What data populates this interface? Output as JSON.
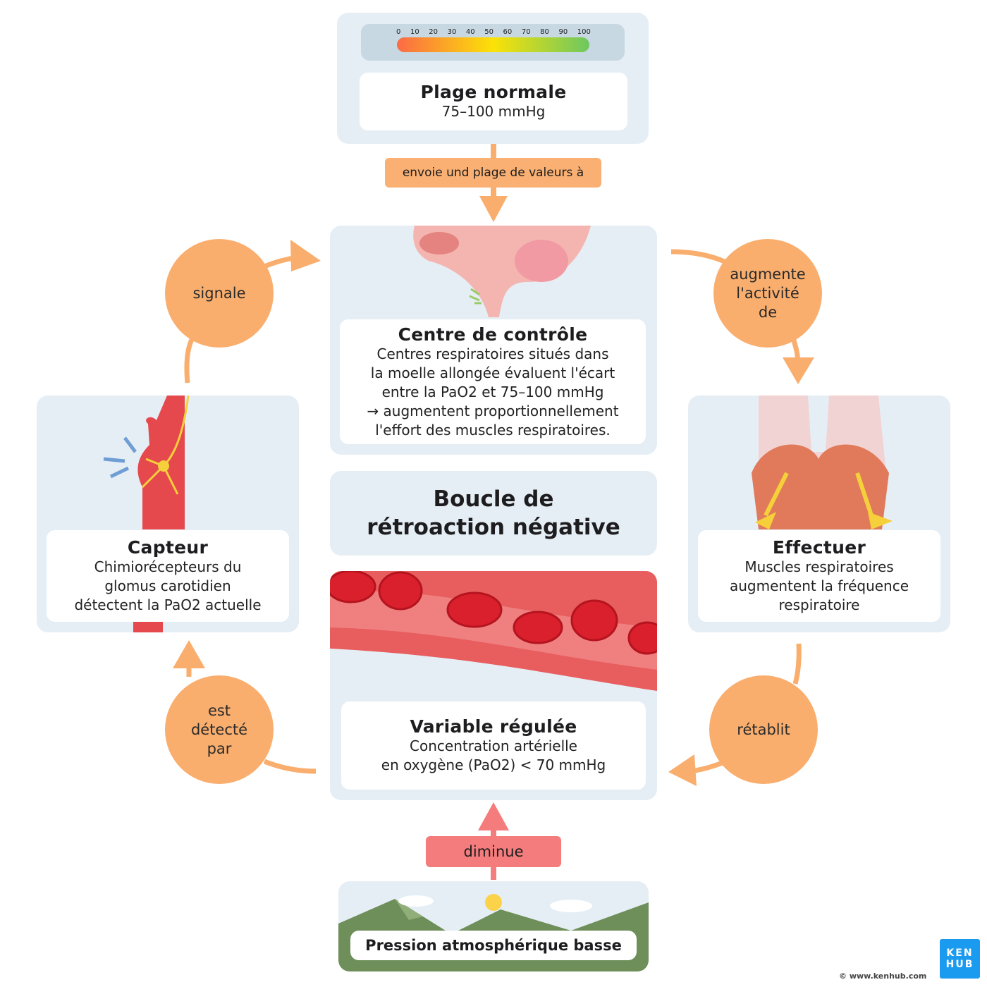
{
  "scale": {
    "ticks": [
      "0",
      "10",
      "20",
      "30",
      "40",
      "50",
      "60",
      "70",
      "80",
      "90",
      "100"
    ],
    "normal_range_mmHg": [
      75,
      100
    ]
  },
  "normal_range": {
    "title": "Plage normale",
    "value": "75–100 mmHg"
  },
  "send_label": "envoie und plage de valeurs à",
  "control_center": {
    "title": "Centre de contrôle",
    "lines": [
      "Centres respiratoires situés dans",
      "la moelle allongée évaluent l'écart",
      "entre la PaO2 et 75–100 mmHg",
      "→ augmentent proportionnellement",
      "l'effort des muscles respiratoires."
    ]
  },
  "loop_title": {
    "line1": "Boucle de",
    "line2": "rétroaction négative"
  },
  "regulated_variable": {
    "title": "Variable régulée",
    "lines": [
      "Concentration artérielle",
      "en oxygène (PaO2) < 70 mmHg"
    ]
  },
  "decrease_label": "diminue",
  "stimulus": {
    "title": "Pression atmosphérique basse"
  },
  "sensor": {
    "title": "Capteur",
    "lines": [
      "Chimiorécepteurs du",
      "glomus carotidien",
      "détectent la PaO2 actuelle"
    ]
  },
  "effector": {
    "title": "Effectuer",
    "lines": [
      "Muscles respiratoires",
      "augmentent la fréquence",
      "respiratoire"
    ]
  },
  "circles": {
    "signals": "signale",
    "increases": "augmente\nl'activité\nde",
    "detected": "est\ndétecté\npar",
    "restores": "rétablit"
  },
  "logo": {
    "line1": "KEN",
    "line2": "HUB"
  },
  "copyright": "© www.kenhub.com",
  "colors": {
    "orange": "#f9ae6e",
    "red_label": "#f47c7c",
    "panel": "#e6eef5",
    "logo": "#1a9bf0"
  }
}
